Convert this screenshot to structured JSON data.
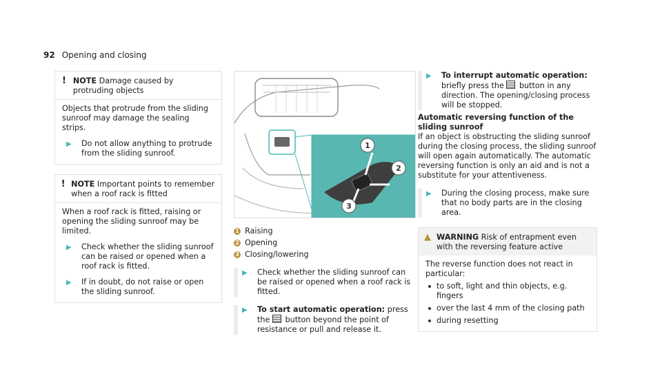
{
  "header": {
    "page_number": "92",
    "section_title": "Opening and closing"
  },
  "note1": {
    "label": "NOTE",
    "title": "Damage caused by protruding objects",
    "body": "Objects that protrude from the sliding sunroof may damage the sealing strips.",
    "steps": [
      "Do not allow anything to protrude from the sliding sunroof."
    ]
  },
  "note2": {
    "label": "NOTE",
    "title": "Important points to remember when a roof rack is fitted",
    "body": "When a roof rack is fitted, raising or opening the sliding sunroof may be limited.",
    "steps": [
      "Check whether the sliding sunroof can be raised or opened when a roof rack is fitted.",
      "If in doubt, do not raise or open the sliding sunroof."
    ]
  },
  "figure": {
    "callouts": [
      "1",
      "2",
      "3"
    ],
    "legend": [
      {
        "num": "1",
        "text": "Raising"
      },
      {
        "num": "2",
        "text": "Opening"
      },
      {
        "num": "3",
        "text": "Closing/lowering"
      }
    ]
  },
  "col2_steps": {
    "step1": "Check whether the sliding sunroof can be raised or opened when a roof rack is fitted.",
    "step2_bold": "To start automatic operation:",
    "step2_pre": "press the",
    "step2_post": "button beyond the point of resistance or pull and release it."
  },
  "col3": {
    "interrupt_bold": "To interrupt automatic operation:",
    "interrupt_pre": "briefly press the",
    "interrupt_post": "button in any direction. The opening/closing process will be stopped.",
    "auto_rev_title": "Automatic reversing function of the sliding sunroof",
    "auto_rev_body": "If an object is obstructing the sliding sunroof during the closing process, the sliding sunroof will open again automatically. The automatic reversing function is only an aid and is not a substitute for your attentiveness.",
    "closing_step": "During the closing process, make sure that no body parts are in the closing area.",
    "warning": {
      "label": "WARNING",
      "title": "Risk of entrapment even with the reversing feature active",
      "body": "The reverse function does not react in particular:",
      "bullets": [
        "to soft, light and thin objects, e.g. fingers",
        "over the last 4 mm of the closing path",
        "during resetting"
      ]
    }
  },
  "colors": {
    "accent": "#49b8b4",
    "callout": "#b8943a",
    "inset_bg": "#58b7b1"
  }
}
